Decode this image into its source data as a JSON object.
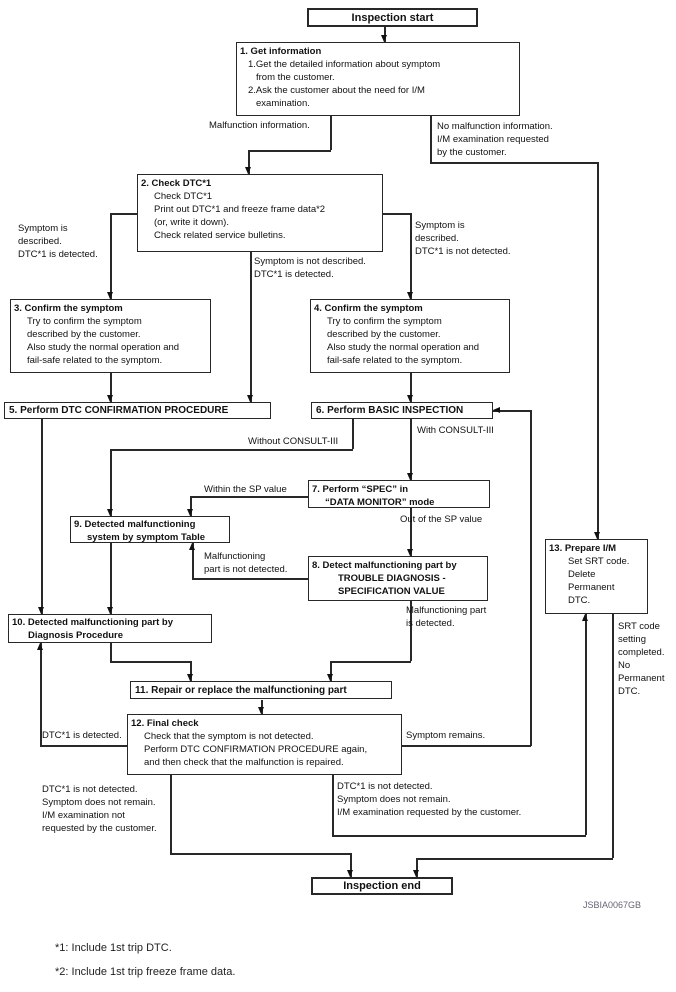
{
  "terminators": {
    "start": "Inspection start",
    "end": "Inspection end"
  },
  "boxes": {
    "b1": {
      "title": "1. Get information",
      "body": [
        "1.Get the detailed information about symptom",
        "from the customer.",
        "2.Ask the customer about the need for I/M",
        "examination."
      ]
    },
    "b2": {
      "title": "2. Check DTC*1",
      "body": [
        "Check DTC*1",
        "Print out DTC*1 and freeze frame data*2",
        "(or, write it down).",
        "Check related service bulletins."
      ]
    },
    "b3": {
      "title": "3. Confirm the symptom",
      "body": [
        "Try to confirm the symptom",
        "described by the customer.",
        "Also study the normal operation and",
        "fail-safe related to the symptom."
      ]
    },
    "b4": {
      "title": "4. Confirm the symptom",
      "body": [
        "Try to confirm the symptom",
        "described by the customer.",
        "Also study the normal operation and",
        "fail-safe related to the symptom."
      ]
    },
    "b5": {
      "title": "5. Perform DTC CONFIRMATION PROCEDURE"
    },
    "b6": {
      "title": "6. Perform BASIC INSPECTION"
    },
    "b7": {
      "title": "7. Perform “SPEC” in",
      "title2": "“DATA MONITOR” mode"
    },
    "b8": {
      "title": "8. Detect malfunctioning part by",
      "title2": "TROUBLE DIAGNOSIS -",
      "title3": "SPECIFICATION VALUE"
    },
    "b9": {
      "title": "9. Detected malfunctioning",
      "title2": "system by symptom Table"
    },
    "b10": {
      "title": "10. Detected malfunctioning part by",
      "title2": "Diagnosis Procedure"
    },
    "b11": {
      "title": "11. Repair or replace the malfunctioning part"
    },
    "b12": {
      "title": "12. Final check",
      "body": [
        "Check that the symptom is not detected.",
        "Perform DTC CONFIRMATION PROCEDURE again,",
        "and then check that the malfunction is repaired."
      ]
    },
    "b13": {
      "title": "13. Prepare I/M",
      "body": [
        "Set SRT code.",
        "Delete",
        "Permanent",
        "DTC."
      ]
    }
  },
  "labels": {
    "malfunction_info": "Malfunction information.",
    "no_malfunction": [
      "No malfunction information.",
      "I/M examination requested",
      "by the customer."
    ],
    "symptom_described_dtc": [
      "Symptom is",
      "described.",
      "DTC*1 is detected."
    ],
    "symptom_not_described": [
      "Symptom is not described.",
      "DTC*1 is detected."
    ],
    "symptom_described_no_dtc": [
      "Symptom is",
      "described.",
      "DTC*1 is not detected."
    ],
    "without_consult": "Without CONSULT-III",
    "with_consult": "With CONSULT-III",
    "within_sp": "Within the SP value",
    "out_sp": "Out of the SP value",
    "malf_part_not_detected": [
      "Malfunctioning",
      "part is not detected."
    ],
    "malf_part_detected": [
      "Malfunctioning part",
      "is detected."
    ],
    "dtc_detected": "DTC*1 is detected.",
    "symptom_remains": "Symptom remains.",
    "end_left": [
      "DTC*1 is not detected.",
      "Symptom does not remain.",
      "I/M examination not",
      "requested by the customer."
    ],
    "end_right": [
      "DTC*1 is not detected.",
      "Symptom does not remain.",
      "I/M examination requested by the customer."
    ],
    "srt": [
      "SRT code",
      "setting",
      "completed.",
      "No",
      "Permanent",
      "DTC."
    ]
  },
  "figure_code": "JSBIA0067GB",
  "footnotes": [
    "*1: Include 1st trip DTC.",
    "*2: Include 1st trip freeze frame data."
  ]
}
